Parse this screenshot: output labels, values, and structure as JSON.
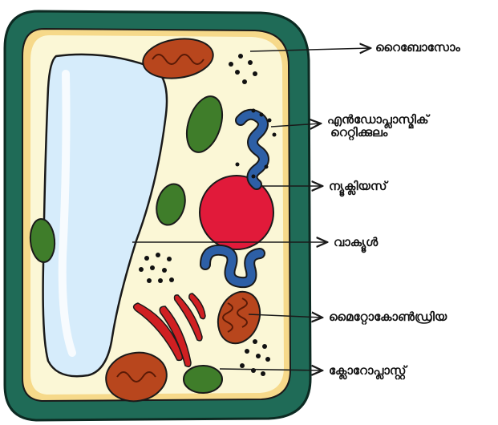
{
  "labels": {
    "ribosome": "റൈബോസോം",
    "er_line1": "എൻഡോപ്ലാസ്മിക്",
    "er_line2": "റെറ്റിക്കുലം",
    "nucleus": "ന്യൂക്ലിയസ്",
    "vacuole": "വാക്യൂൾ",
    "mitochondria": "മൈറ്റോകോൺഡ്രിയ",
    "chloroplast": "ക്ലോറോപ്ലാസ്റ്റ്"
  },
  "colors": {
    "cell_wall": "#1f6b57",
    "cytoplasm": "#fbf7d6",
    "vacuole": "#d6ecfb",
    "nucleus": "#e11a3a",
    "chloroplast": "#3f7d2a",
    "mitochondria": "#b8461d",
    "er": "#2d5fa6",
    "ribosome": "#111111"
  }
}
